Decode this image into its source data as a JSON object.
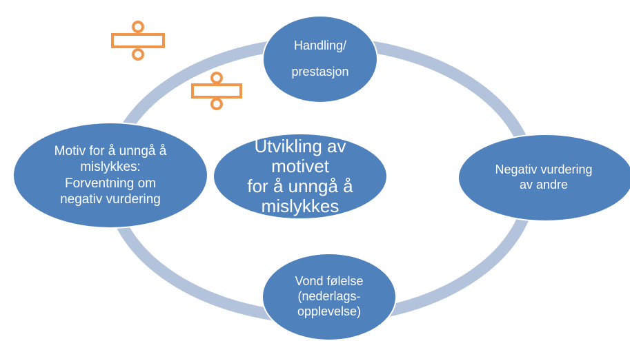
{
  "diagram": {
    "center": {
      "label": "Utvikling av motivet\nfor å unngå å\nmislykkes"
    },
    "cycle": [
      {
        "id": "top",
        "label": "Handling/\nprestasjon"
      },
      {
        "id": "right",
        "label": "Negativ vurdering\nav andre"
      },
      {
        "id": "bottom",
        "label": "Vond følelse\n(nederlags-\nopplevelse)"
      },
      {
        "id": "left",
        "label": "Motiv for å unngå å\nmislykkes:\nForventning om\nnegativ vurdering"
      }
    ],
    "icons": [
      "divide-icon",
      "divide-icon"
    ]
  },
  "colors": {
    "node_fill": "#4f81bd",
    "ring": "#b4c3dc",
    "icon_stroke": "#f0964a"
  }
}
